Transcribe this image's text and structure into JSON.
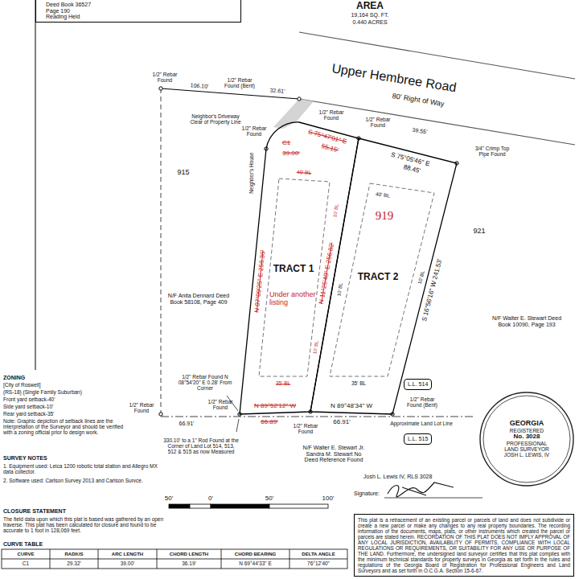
{
  "diagram": {
    "nodes": [
      {
        "text": [
          "Deed Book 36527",
          "Page 190",
          "Reading Held"
        ]
      },
      {
        "text": [
          "TRACT 1",
          "Under another listing"
        ]
      },
      {
        "text": [
          "TRACT 2",
          "919"
        ]
      },
      {
        "text": [
          "L.L. 514"
        ]
      },
      {
        "text": [
          "L.L. 515"
        ]
      },
      {
        "text": [
          "GEORGIA",
          "REGISTERED",
          "No. 3028",
          "PROFESSIONAL",
          "LAND SURVEYOR",
          "JOSH L. LEWIS, IV"
        ]
      },
      {
        "text": [
          "This plat is a retracement of an existing parcel or parcels of land and does not subdivide or create a new parcel or make any changes to any real property boundaries. The recording information of the documents, maps, plats, or other instruments which created the parcel or parcels are stated herein. RECORDATION OF THIS PLAT DOES NOT IMPLY APPROVAL OF ANY LOCAL JURISDICTION, AVAILABILITY OF PERMITS, COMPLIANCE WITH LOCAL REGULATIONS OR REQUIREMENTS, OR SUITABILITY FOR ANY USE OR PURPOSE OF THE LAND. Furthermore, the undersigned land surveyor certifies that this plat complies with the minimum technical standards for property surveys in Georgia as set forth in the rules and regulations of the Georgia Board of Registration for Professional Engineers and Land Surveyors and as set forth in O.C.G.A. Section 15-6-67."
        ]
      }
    ],
    "labels": [
      "AREA",
      "19,164 SQ. FT.",
      "0.440 ACRES",
      "Upper Hembree Road",
      "80' Right of Way",
      "1/2\" Rebar Found",
      "106.10'",
      "1/2\" Rebar Found (Bent)",
      "32.61'",
      "Neighbor's Driveway Clear of Property Line",
      "1/2\" Rebar Found",
      "1/2\" Rebar Found",
      "1/2\" Rebar Found",
      "39.55'",
      "3/4\" Crimp Top Pipe Found",
      "C1",
      "39.00'",
      "S 75°47'01\" E",
      "55.15'",
      "S 75°05'46\" E",
      "88.45'",
      "915",
      "921",
      "Neighbor's House",
      "40' BL",
      "N/F Anita Dennard Deed Book 58108, Page 409",
      "N 07°09'25\" E 256.36'",
      "10' BL",
      "N 11°25'40\" E 256.82'",
      "10' BL",
      "35' BL",
      "40' BL",
      "10' BL",
      "10' BL",
      "S 16°56'16\" W 241.53'",
      "N/F Walter E. Stewart Deed Book 10090, Page 193",
      "35' BL",
      "ZONING",
      "[City of Roswell]",
      "(RS-18) (Single Family Suburban)",
      "Front yard setback-40'",
      "Side yard setback-10'",
      "Rear yard setback-35'",
      "Note: Graphic depiction of setback lines are the interpretation of the Surveyor and should be verified with a zoning official prior to design work.",
      "1/2\" Rebar Found N 08°54'20\" E 0.28' From Corner",
      "1/2\" Rebar Found",
      "1/2\" Rebar Found",
      "N 89°52'12\" W",
      "66.89'",
      "N 89°48'34\" W",
      "66.91'",
      "1/2\" Rebar Found",
      "66.91'",
      "1/2\" Rebar Found (Bent)",
      "Approximate Land Lot Line",
      "330.10' to a 1\" Rod Found at the Corner of Land Lot 514, 513, 512 & 515 as now Measured",
      "N/F Walter E. Stewart Jr. Sandra M. Stewart No Deed Reference Found",
      "SURVEY NOTES",
      "1. Equipment used: Leica 1200 robotic total station and Allegro MX data collector.",
      "2. Software used: Carlson Survey 2013 and Carlson Survce.",
      "50'",
      "0'",
      "50'",
      "100'",
      "CLOSURE STATEMENT",
      "The field data upon which this plat is based was gathered by an open traverse. This plat has been calculated for closure and found to be accurate to 1 foot in 128,069 feet.",
      "CURVE TABLE",
      "CURVE",
      "RADIUS",
      "ARC LENGTH",
      "CHORD LENGTH",
      "CHORD BEARING",
      "DELTA ANGLE",
      "C1",
      "29.32'",
      "39.00'",
      "36.19'",
      "N 69°44'33\" E",
      "76°12'40\"",
      "Josh L. Lewis IV, RLS 3028",
      "Signature:"
    ]
  }
}
